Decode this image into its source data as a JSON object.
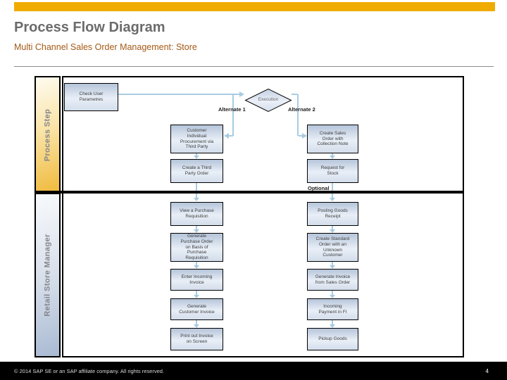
{
  "header": {
    "title": "Process Flow Diagram",
    "subtitle": "Multi Channel Sales Order Management: Store"
  },
  "diagram": {
    "lanes": [
      {
        "label": "Process Step"
      },
      {
        "label": "Retail Store Manager"
      }
    ],
    "start": {
      "label": "Check User\nParametres"
    },
    "decision": {
      "label": "Execution"
    },
    "branches": {
      "alternate1": {
        "label": "Alternate 1"
      },
      "alternate2": {
        "label": "Alternate 2"
      }
    },
    "optional_label": "Optional",
    "columns": {
      "alternate1": [
        "Customer\nIndividual\nProcurement via\nThird Party",
        "Create a Third\nParty Order",
        "View a Purchase\nRequisition",
        "Generate\nPurchase Order\non Basis of\nPurchase\nRequisition",
        "Enter Incoming\nInvoice",
        "Generate\nCustomer Invoice",
        "Print out Invoice\non Screen"
      ],
      "alternate2": [
        "Create Sales\nOrder with\nCollection Note",
        "Request for\nStock",
        "Posting Goods\nReceipt",
        "Create Standard\nOrder with an\nUnknown\nCustomer",
        "Generate Invoice\nfrom Sales Order",
        "Incoming\nPayment in FI",
        "Pickup Goods"
      ]
    },
    "colors": {
      "accent_gold": "#F0AB00",
      "subtitle_orange": "#A45A16",
      "connector_blue": "#A9CBE2",
      "lane_process_step_gold": "#F0B93B",
      "lane_retail_manager_blue": "#A9BAD3",
      "box_gradient_dark": "#B6C5DA",
      "box_gradient_light": "#E9EFF7"
    }
  },
  "footer": {
    "copyright": "© 2014 SAP SE or an SAP affiliate company. All rights reserved.",
    "page_number": "4"
  }
}
